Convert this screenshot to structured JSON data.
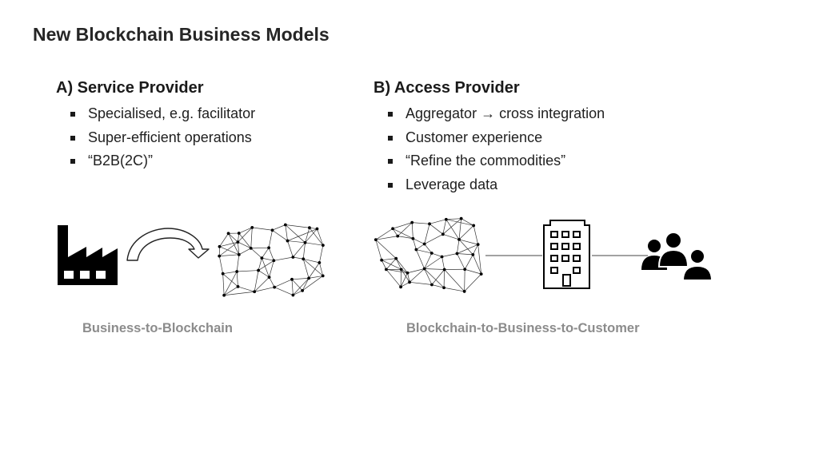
{
  "slide": {
    "title": "New Blockchain Business Models"
  },
  "service_provider": {
    "heading": "A) Service Provider",
    "bullets": [
      "Specialised, e.g. facilitator",
      "Super-efficient operations",
      "“B2B(2C)”"
    ],
    "caption": "Business-to-Blockchain"
  },
  "access_provider": {
    "heading": "B) Access Provider",
    "bullet_1_before": "Aggregator ",
    "bullet_1_arrow": "→",
    "bullet_1_after": " cross integration",
    "bullets": [
      "Customer experience",
      "“Refine the commodities”",
      "Leverage data"
    ],
    "caption": "Blockchain-to-Business-to-Customer"
  },
  "icons": [
    "factory-icon",
    "curved-arrow-icon",
    "blockchain-network-icon",
    "office-building-icon",
    "people-group-icon"
  ],
  "colors": {
    "text": "#1a1a1a",
    "caption": "#8c8c8c",
    "icon": "#000000"
  }
}
